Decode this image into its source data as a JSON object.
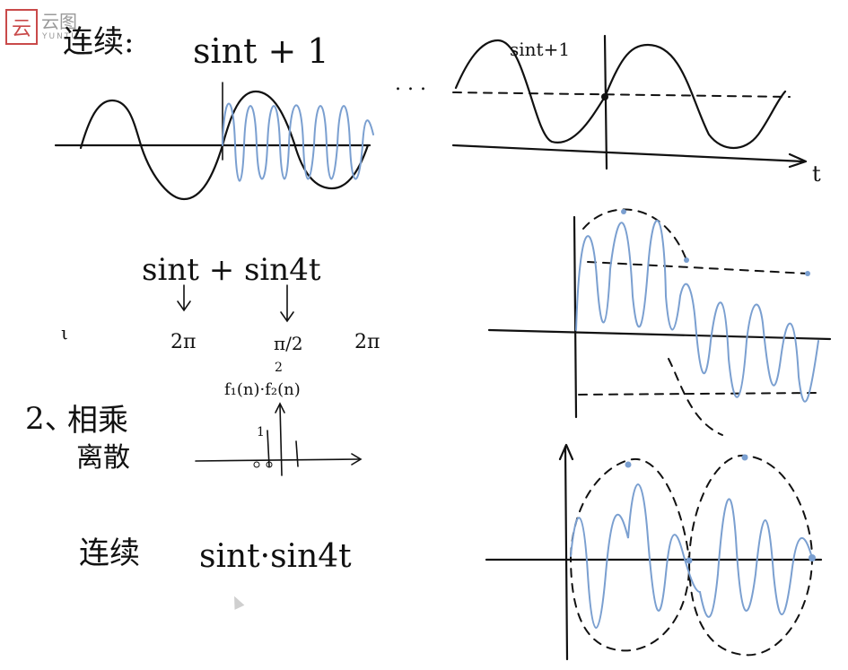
{
  "logo": {
    "glyph": "云",
    "name": "云图",
    "sub": "YUNTU"
  },
  "notes": {
    "heading_1": "连续:",
    "formula_1": "sint + 1",
    "graph_label_1": "sint+1",
    "axis_t": "t",
    "formula_2": "sint + sin4t",
    "period_left": "2π",
    "period_mid": "π/2",
    "period_right": "2π",
    "item_2_number": "2、",
    "item_2_text_top": "相乘",
    "item_2_text_bottom": "离散",
    "signals": "f₁(n)·f₂(n)",
    "stem_top": "2",
    "stem_value": "1",
    "heading_3": "连续",
    "formula_3": "sint·sin4t"
  },
  "colors": {
    "ink": "#111111",
    "blue": "#7a9fd0",
    "logo": "#c94a4a"
  }
}
